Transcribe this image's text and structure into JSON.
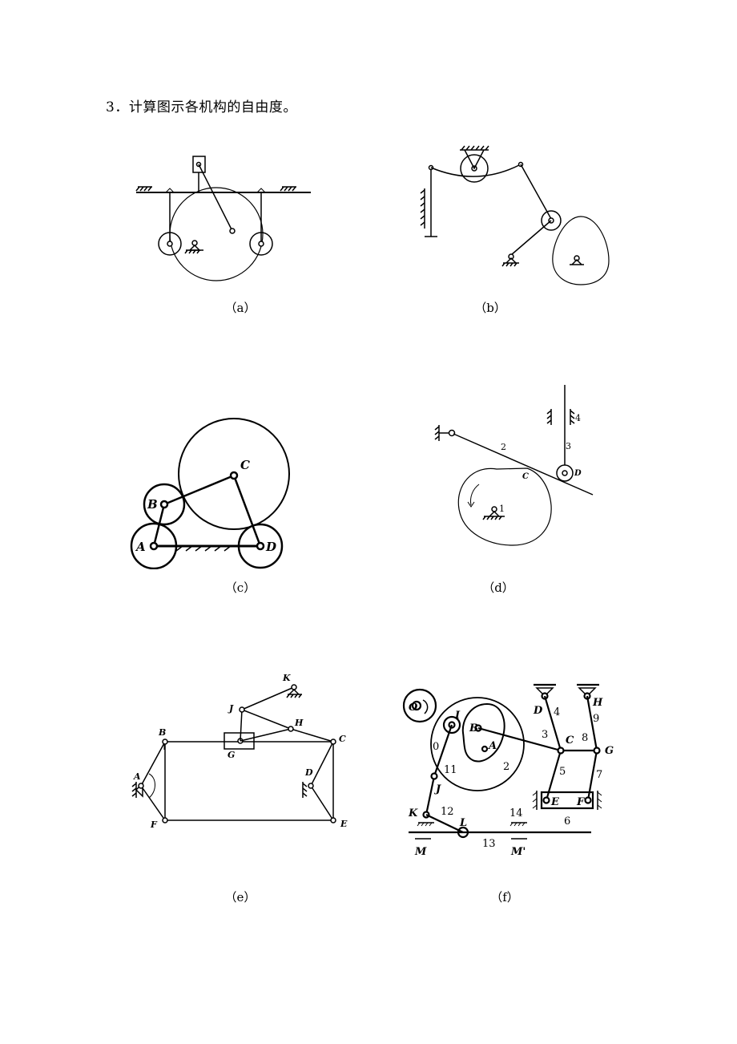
{
  "question": {
    "title": "3．计算图示各机构的自由度。"
  },
  "captions": {
    "a": "（a）",
    "b": "（b）",
    "c": "（c）",
    "d": "（d）",
    "e": "（e）",
    "f": "（f）"
  },
  "labels": {
    "c": {
      "A": "A",
      "B": "B",
      "C": "C",
      "D": "D"
    },
    "d": {
      "n1": "1",
      "n2": "2",
      "n3": "3",
      "n4": "4",
      "C": "C",
      "D": "D"
    },
    "e": {
      "A": "A",
      "B": "B",
      "C": "C",
      "D": "D",
      "E": "E",
      "F": "F",
      "G": "G",
      "H": "H",
      "J": "J",
      "K": "K"
    },
    "f": {
      "O": "O",
      "I": "I",
      "B": "B",
      "A": "A",
      "C": "C",
      "D": "D",
      "H": "H",
      "G": "G",
      "J": "J",
      "K": "K",
      "L": "L",
      "M": "M",
      "M2": "M'",
      "E": "E",
      "F": "F",
      "n0": "0",
      "n2": "2",
      "n3": "3",
      "n4": "4",
      "n5": "5",
      "n6": "6",
      "n7": "7",
      "n8": "8",
      "n9": "9",
      "n11": "11",
      "n12": "12",
      "n13": "13",
      "n14": "14"
    }
  }
}
